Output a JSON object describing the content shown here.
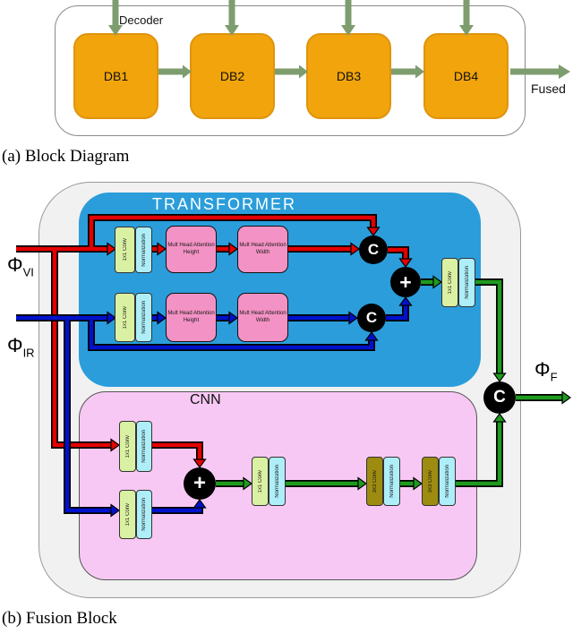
{
  "section_a": {
    "caption": "(a) Block Diagram",
    "decoder_label": "Decoder",
    "blocks": [
      "DB1",
      "DB2",
      "DB3",
      "DB4"
    ],
    "output_label": "Fused"
  },
  "section_b": {
    "caption": "(b) Fusion Block",
    "transformer_title": "TRANSFORMER",
    "cnn_title": "CNN",
    "inputs": {
      "vi": "Φ",
      "vi_sub": "VI",
      "ir": "Φ",
      "ir_sub": "IR"
    },
    "output": {
      "phi": "Φ",
      "sub": "F"
    },
    "labels": {
      "conv1x1": "1x1 Conv",
      "conv3x3": "3x3 Conv",
      "normalization": "Normalization",
      "mha_line1": "Mult Head Attention",
      "mha_height": "Height",
      "mha_width": "Width",
      "concat": "C",
      "add": "+"
    }
  },
  "colors": {
    "db_block": "#f1a40b",
    "decoder_arrow": "#7d9d6e",
    "transformer_bg": "#2b9ddb",
    "cnn_bg": "#f8c8f4",
    "attention_block": "#f392c4",
    "conv1x1_block": "#daf0a2",
    "conv3x3_block": "#9d8c10",
    "normalization_block": "#aeeef8",
    "vi_path": "#e30000",
    "ir_path": "#0011cc",
    "fused_path": "#1e9a1e"
  }
}
